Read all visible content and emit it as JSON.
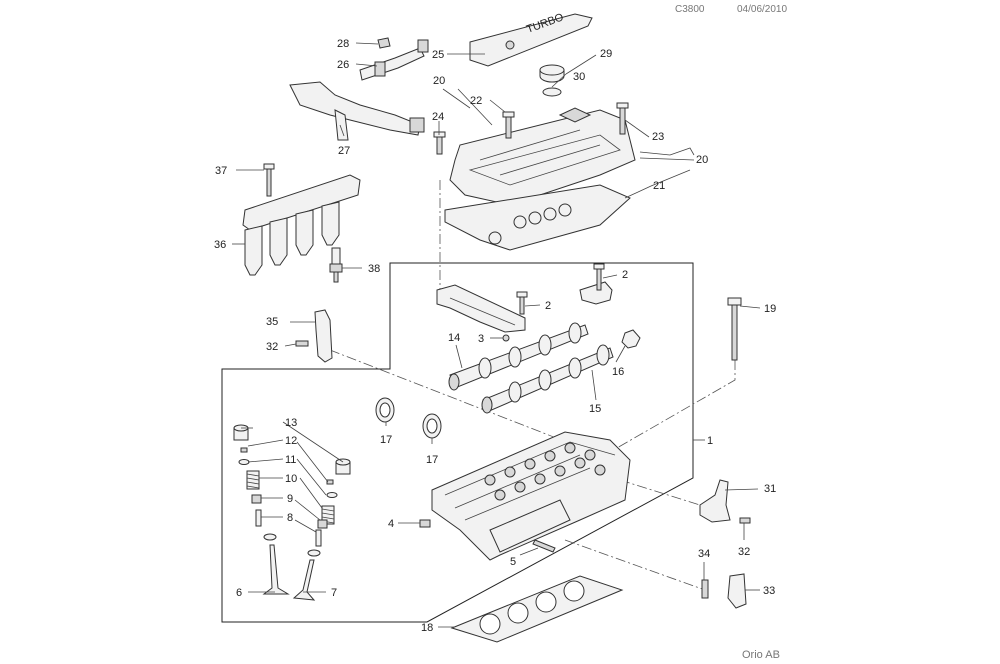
{
  "header": {
    "code": "C3800",
    "date": "04/06/2010"
  },
  "footer": {
    "copyright": "Orio AB"
  },
  "labels": {
    "n1": "1",
    "n2a": "2",
    "n2b": "2",
    "n3": "3",
    "n4": "4",
    "n5": "5",
    "n6": "6",
    "n7": "7",
    "n8": "8",
    "n9": "9",
    "n10": "10",
    "n11": "11",
    "n12": "12",
    "n13": "13",
    "n14": "14",
    "n15": "15",
    "n16": "16",
    "n17a": "17",
    "n17b": "17",
    "n18": "18",
    "n19": "19",
    "n20a": "20",
    "n20b": "20",
    "n21": "21",
    "n22": "22",
    "n23": "23",
    "n24": "24",
    "n25": "25",
    "n26": "26",
    "n27": "27",
    "n28": "28",
    "n29": "29",
    "n30": "30",
    "n31": "31",
    "n32a": "32",
    "n32b": "32",
    "n33": "33",
    "n34": "34",
    "n35": "35",
    "n36": "36",
    "n37": "37",
    "n38": "38"
  },
  "cover_text": "TURBO"
}
